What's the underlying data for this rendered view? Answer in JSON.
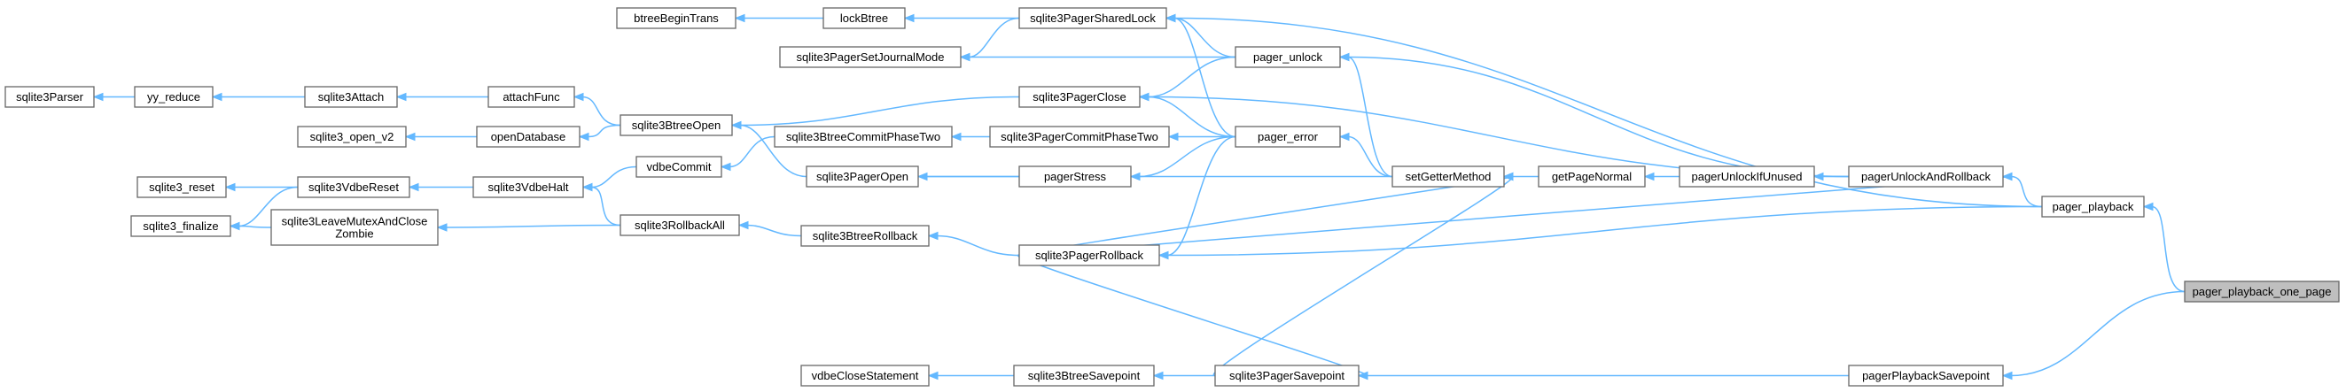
{
  "colors": {
    "edge": "#63b8ff",
    "node_border": "#666666",
    "focus_fill": "#bfbfbf"
  },
  "nodes": [
    {
      "id": "pager_playback_one_page",
      "label": "pager_playback_one_page",
      "focus": true
    },
    {
      "id": "pager_playback",
      "label": "pager_playback"
    },
    {
      "id": "pagerPlaybackSavepoint",
      "label": "pagerPlaybackSavepoint"
    },
    {
      "id": "pagerUnlockAndRollback",
      "label": "pagerUnlockAndRollback"
    },
    {
      "id": "pagerUnlockIfUnused",
      "label": "pagerUnlockIfUnused"
    },
    {
      "id": "getPageNormal",
      "label": "getPageNormal"
    },
    {
      "id": "setGetterMethod",
      "label": "setGetterMethod"
    },
    {
      "id": "pager_unlock",
      "label": "pager_unlock"
    },
    {
      "id": "pager_error",
      "label": "pager_error"
    },
    {
      "id": "sqlite3PagerSharedLock",
      "label": "sqlite3PagerSharedLock"
    },
    {
      "id": "sqlite3PagerSetJournalMode",
      "label": "sqlite3PagerSetJournalMode"
    },
    {
      "id": "sqlite3PagerClose",
      "label": "sqlite3PagerClose"
    },
    {
      "id": "sqlite3PagerCommitPhaseTwo",
      "label": "sqlite3PagerCommitPhaseTwo"
    },
    {
      "id": "pagerStress",
      "label": "pagerStress"
    },
    {
      "id": "sqlite3PagerRollback",
      "label": "sqlite3PagerRollback"
    },
    {
      "id": "sqlite3PagerSavepoint",
      "label": "sqlite3PagerSavepoint"
    },
    {
      "id": "lockBtree",
      "label": "lockBtree"
    },
    {
      "id": "btreeBeginTrans",
      "label": "btreeBeginTrans"
    },
    {
      "id": "sqlite3BtreeOpen",
      "label": "sqlite3BtreeOpen"
    },
    {
      "id": "sqlite3BtreeCommitPhaseTwo",
      "label": "sqlite3BtreeCommitPhaseTwo"
    },
    {
      "id": "sqlite3PagerOpen",
      "label": "sqlite3PagerOpen"
    },
    {
      "id": "sqlite3BtreeRollback",
      "label": "sqlite3BtreeRollback"
    },
    {
      "id": "sqlite3BtreeSavepoint",
      "label": "sqlite3BtreeSavepoint"
    },
    {
      "id": "vdbeCloseStatement",
      "label": "vdbeCloseStatement"
    },
    {
      "id": "attachFunc",
      "label": "attachFunc"
    },
    {
      "id": "openDatabase",
      "label": "openDatabase"
    },
    {
      "id": "vdbeCommit",
      "label": "vdbeCommit"
    },
    {
      "id": "sqlite3VdbeHalt",
      "label": "sqlite3VdbeHalt"
    },
    {
      "id": "sqlite3RollbackAll",
      "label": "sqlite3RollbackAll"
    },
    {
      "id": "sqlite3Attach",
      "label": "sqlite3Attach"
    },
    {
      "id": "sqlite3_open_v2",
      "label": "sqlite3_open_v2"
    },
    {
      "id": "sqlite3VdbeReset",
      "label": "sqlite3VdbeReset"
    },
    {
      "id": "sqlite3LeaveMutexAndCloseZombie",
      "label": [
        "sqlite3LeaveMutexAndClose",
        "Zombie"
      ]
    },
    {
      "id": "yy_reduce",
      "label": "yy_reduce"
    },
    {
      "id": "sqlite3_reset",
      "label": "sqlite3_reset"
    },
    {
      "id": "sqlite3_finalize",
      "label": "sqlite3_finalize"
    },
    {
      "id": "sqlite3Parser",
      "label": "sqlite3Parser"
    }
  ],
  "edges": [
    [
      "pager_playback",
      "pager_playback_one_page"
    ],
    [
      "pagerPlaybackSavepoint",
      "pager_playback_one_page"
    ],
    [
      "pagerUnlockAndRollback",
      "pager_playback"
    ],
    [
      "sqlite3PagerSharedLock",
      "pager_playback"
    ],
    [
      "sqlite3PagerRollback",
      "pager_playback"
    ],
    [
      "sqlite3PagerSavepoint",
      "pagerPlaybackSavepoint"
    ],
    [
      "pager_unlock",
      "pagerUnlockAndRollback"
    ],
    [
      "pagerUnlockIfUnused",
      "pagerUnlockAndRollback"
    ],
    [
      "sqlite3PagerClose",
      "pagerUnlockAndRollback"
    ],
    [
      "pagerUnlockAndRollback",
      "sqlite3PagerRollback"
    ],
    [
      "getPageNormal",
      "pagerUnlockIfUnused"
    ],
    [
      "setGetterMethod",
      "getPageNormal"
    ],
    [
      "pager_unlock",
      "setGetterMethod"
    ],
    [
      "pager_error",
      "setGetterMethod"
    ],
    [
      "setGetterMethod",
      "sqlite3PagerOpen"
    ],
    [
      "setGetterMethod",
      "sqlite3PagerRollback"
    ],
    [
      "setGetterMethod",
      "sqlite3PagerSavepoint"
    ],
    [
      "sqlite3PagerSharedLock",
      "pager_unlock"
    ],
    [
      "sqlite3PagerSetJournalMode",
      "pager_unlock"
    ],
    [
      "sqlite3PagerClose",
      "pager_unlock"
    ],
    [
      "sqlite3PagerSharedLock",
      "pager_error"
    ],
    [
      "sqlite3PagerClose",
      "pager_error"
    ],
    [
      "sqlite3PagerCommitPhaseTwo",
      "pager_error"
    ],
    [
      "pagerStress",
      "pager_error"
    ],
    [
      "sqlite3PagerRollback",
      "pager_error"
    ],
    [
      "lockBtree",
      "sqlite3PagerSharedLock"
    ],
    [
      "sqlite3PagerSetJournalMode",
      "sqlite3PagerSharedLock"
    ],
    [
      "btreeBeginTrans",
      "lockBtree"
    ],
    [
      "sqlite3BtreeOpen",
      "sqlite3PagerClose"
    ],
    [
      "sqlite3BtreeCommitPhaseTwo",
      "sqlite3PagerCommitPhaseTwo"
    ],
    [
      "sqlite3PagerOpen",
      "pagerStress"
    ],
    [
      "sqlite3BtreeOpen",
      "sqlite3PagerOpen"
    ],
    [
      "sqlite3BtreeRollback",
      "sqlite3PagerRollback"
    ],
    [
      "sqlite3PagerSavepoint",
      "sqlite3PagerRollback"
    ],
    [
      "sqlite3BtreeSavepoint",
      "sqlite3PagerSavepoint"
    ],
    [
      "vdbeCloseStatement",
      "sqlite3BtreeSavepoint"
    ],
    [
      "attachFunc",
      "sqlite3BtreeOpen"
    ],
    [
      "openDatabase",
      "sqlite3BtreeOpen"
    ],
    [
      "vdbeCommit",
      "sqlite3BtreeCommitPhaseTwo"
    ],
    [
      "sqlite3VdbeHalt",
      "vdbeCommit"
    ],
    [
      "sqlite3RollbackAll",
      "sqlite3BtreeRollback"
    ],
    [
      "sqlite3VdbeHalt",
      "sqlite3RollbackAll"
    ],
    [
      "sqlite3LeaveMutexAndCloseZombie",
      "sqlite3RollbackAll"
    ],
    [
      "sqlite3VdbeReset",
      "sqlite3VdbeHalt"
    ],
    [
      "sqlite3Attach",
      "attachFunc"
    ],
    [
      "sqlite3_open_v2",
      "openDatabase"
    ],
    [
      "yy_reduce",
      "sqlite3Attach"
    ],
    [
      "sqlite3Parser",
      "yy_reduce"
    ],
    [
      "sqlite3_reset",
      "sqlite3VdbeReset"
    ],
    [
      "sqlite3_finalize",
      "sqlite3VdbeReset"
    ],
    [
      "sqlite3_finalize",
      "sqlite3LeaveMutexAndCloseZombie"
    ]
  ]
}
